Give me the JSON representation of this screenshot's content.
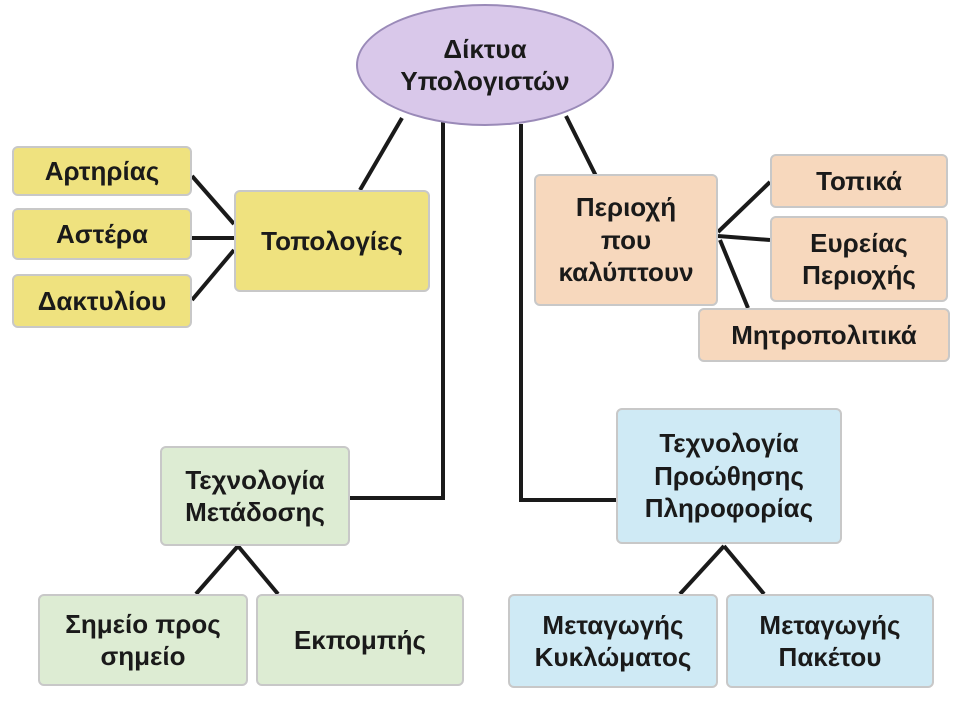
{
  "colors": {
    "root": "#d9c8ea",
    "topology": "#efe27f",
    "area": "#f7d8bd",
    "transmission": "#ddecd3",
    "forwarding": "#cfeaf5"
  },
  "root": {
    "label": "Δίκτυα\nΥπολογιστών"
  },
  "topologies": {
    "label": "Τοπολογίες",
    "items": [
      "Αρτηρίας",
      "Αστέρα",
      "Δακτυλίου"
    ]
  },
  "coverage": {
    "label": "Περιοχή\nπου\nκαλύπτουν",
    "items": [
      "Τοπικά",
      "Ευρείας\nΠεριοχής",
      "Μητροπολιτικά"
    ]
  },
  "transmission": {
    "label": "Τεχνολογία\nΜετάδοσης",
    "items": [
      "Σημείο προς\nσημείο",
      "Εκπομπής"
    ]
  },
  "forwarding": {
    "label": "Τεχνολογία\nΠροώθησης\nΠληροφορίας",
    "items": [
      "Μεταγωγής\nΚυκλώματος",
      "Μεταγωγής\nΠακέτου"
    ]
  }
}
